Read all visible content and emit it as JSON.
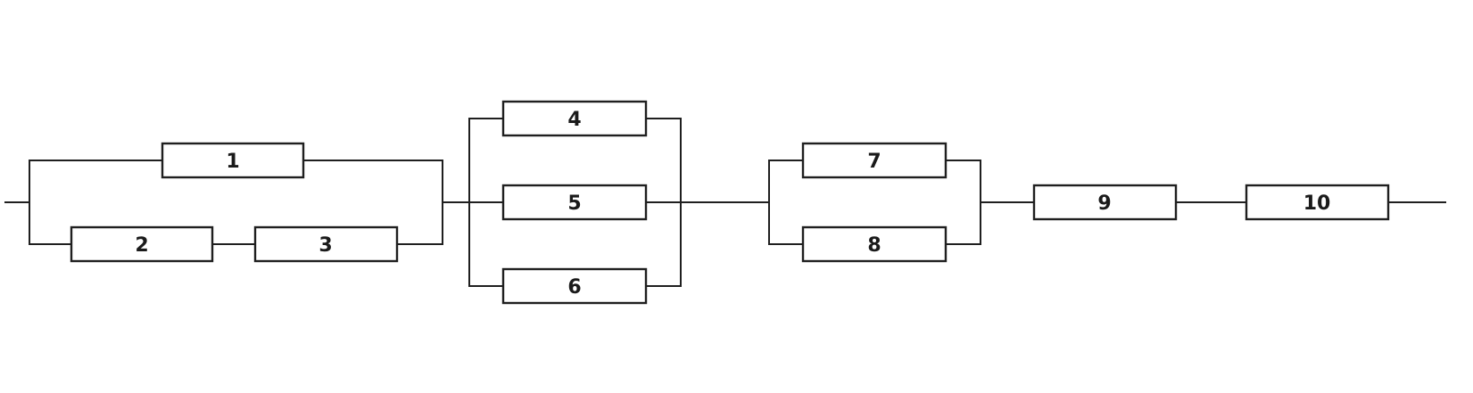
{
  "diagram": {
    "blocks": [
      {
        "id": "b1",
        "label": "1"
      },
      {
        "id": "b2",
        "label": "2"
      },
      {
        "id": "b3",
        "label": "3"
      },
      {
        "id": "b4",
        "label": "4"
      },
      {
        "id": "b5",
        "label": "5"
      },
      {
        "id": "b6",
        "label": "6"
      },
      {
        "id": "b7",
        "label": "7"
      },
      {
        "id": "b8",
        "label": "8"
      },
      {
        "id": "b9",
        "label": "9"
      },
      {
        "id": "b10",
        "label": "10"
      }
    ],
    "colors": {
      "stroke": "#1f1f1f",
      "text": "#1a1a1a",
      "background": "#ffffff"
    }
  }
}
